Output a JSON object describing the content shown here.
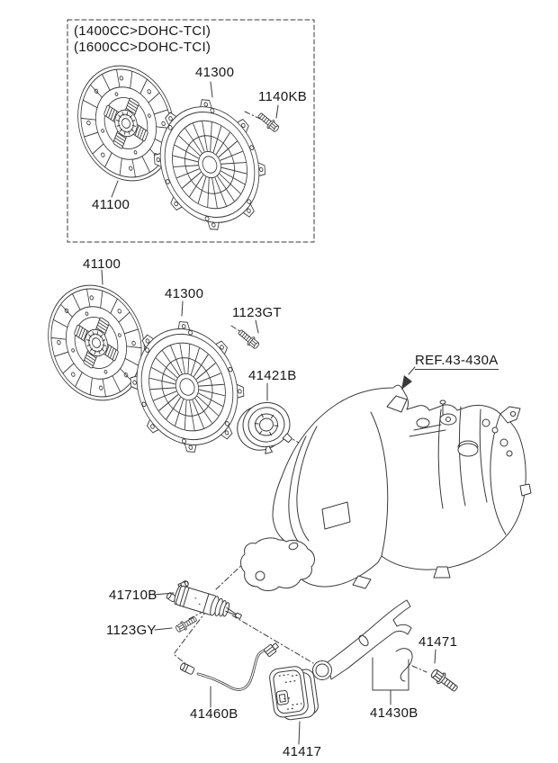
{
  "diagram": {
    "background": "#ffffff",
    "line_color": "#3a3a3a",
    "text_color": "#161616",
    "inset": {
      "engine_note_line1": "(1400CC>DOHC-TCI)",
      "engine_note_line2": "(1600CC>DOHC-TCI)",
      "callouts": {
        "clutch_cover": "41300",
        "cover_bolt": "1140KB",
        "clutch_disc": "41100"
      }
    },
    "callouts": {
      "clutch_disc": "41100",
      "clutch_cover": "41300",
      "cover_bolt": "1123GT",
      "release_bearing": "41421B",
      "transaxle_ref": "REF.43-430A",
      "release_cylinder": "41710B",
      "cylinder_bolt": "1123GY",
      "clutch_tube": "41460B",
      "damper": "41417",
      "release_fork": "41430B",
      "fork_pivot_bolt": "41471"
    }
  }
}
